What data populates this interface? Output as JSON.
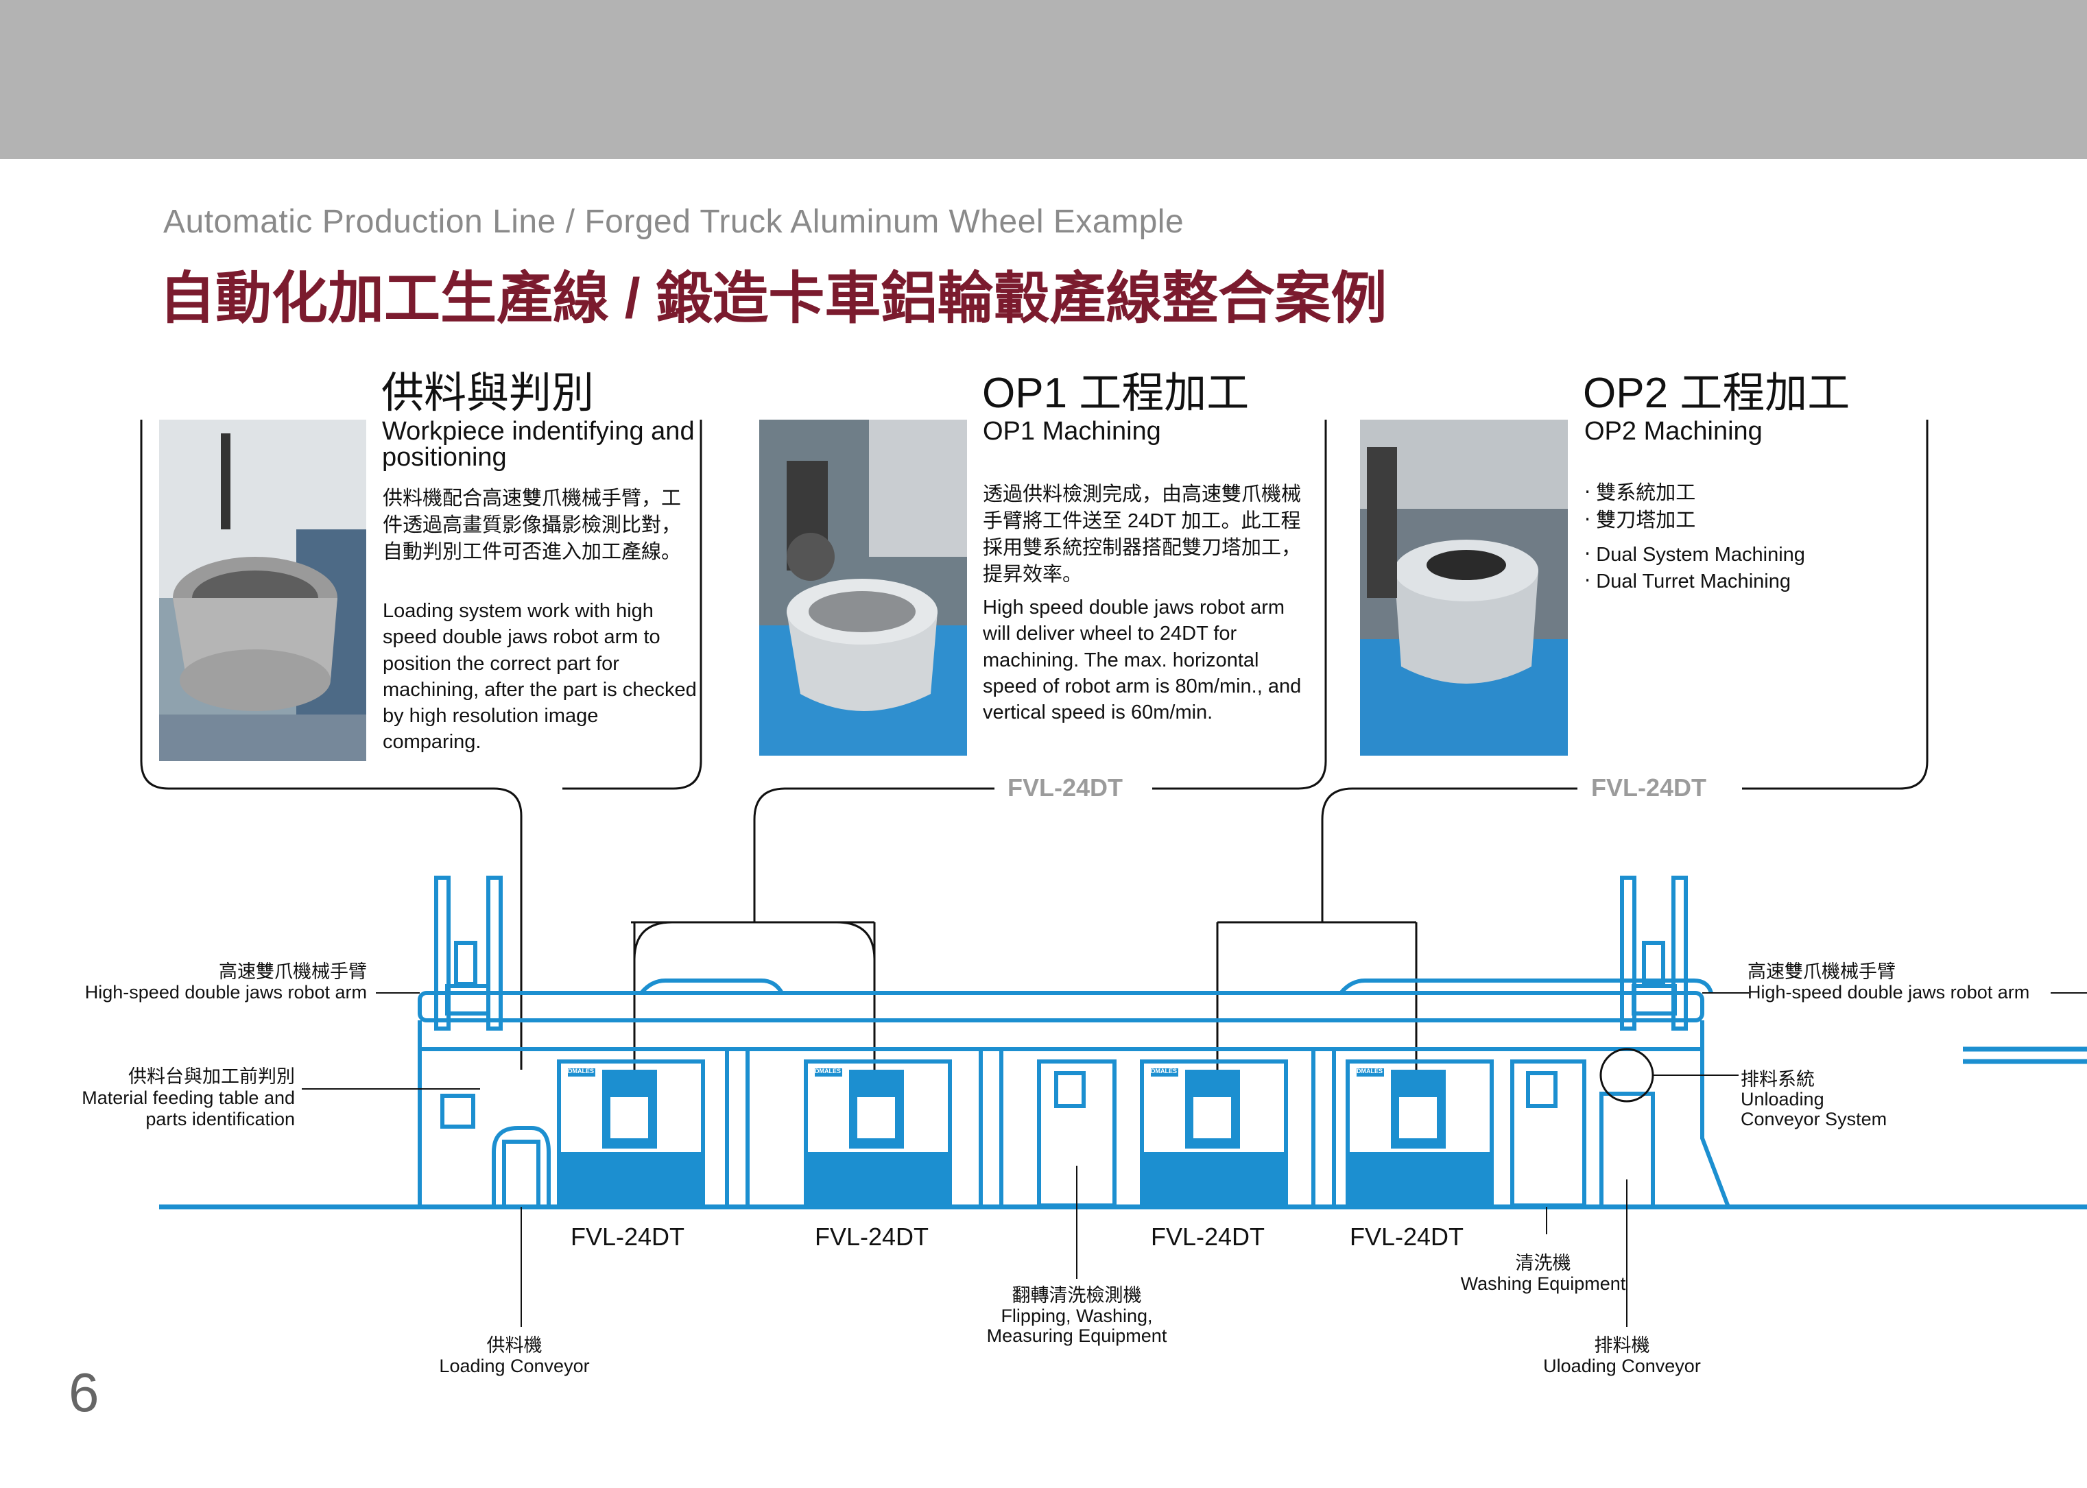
{
  "header": {
    "subtitle_en": "Automatic Production Line / Forged Truck Aluminum Wheel Example",
    "title_zh": "自動化加工生產線 / 鍛造卡車鋁輪轂產線整合案例"
  },
  "sections": [
    {
      "title_zh": "供料與判別",
      "title_en": "Workpiece indentifying and positioning",
      "body_zh": "供料機配合高速雙爪機械手臂，工件透過高畫質影像攝影檢測比對，自動判別工件可否進入加工產線。",
      "body_en": "Loading system work with high speed double jaws robot arm to position the correct part for machining, after the part is checked by high resolution image comparing."
    },
    {
      "title_zh": "OP1 工程加工",
      "title_en": "OP1 Machining",
      "body_zh": "透過供料檢測完成，由高速雙爪機械手臂將工件送至 24DT 加工。此工程採用雙系統控制器搭配雙刀塔加工，提昇效率。",
      "body_en": "High speed double jaws robot arm will deliver wheel to 24DT for machining. The max. horizontal speed of robot arm is 80m/min., and vertical speed is 60m/min.",
      "machine_label": "FVL-24DT"
    },
    {
      "title_zh": "OP2 工程加工",
      "title_en": "OP2 Machining",
      "bullets_zh": [
        "‧ 雙系統加工",
        "‧ 雙刀塔加工"
      ],
      "bullets_en": [
        "‧ Dual System Machining",
        "‧ Dual Turret Machining"
      ],
      "machine_label": "FVL-24DT"
    }
  ],
  "callouts": {
    "robot_left_zh": "高速雙爪機械手臂",
    "robot_left_en": "High-speed double jaws robot arm",
    "feed_zh": "供料台與加工前判別",
    "feed_en_1": "Material feeding table and",
    "feed_en_2": "parts identification",
    "robot_right_zh": "高速雙爪機械手臂",
    "robot_right_en": "High-speed double jaws robot arm",
    "unload_sys_zh": "排料系統",
    "unload_sys_en_1": "Unloading",
    "unload_sys_en_2": "Conveyor System",
    "loading_zh": "供料機",
    "loading_en": "Loading Conveyor",
    "flip_zh": "翻轉清洗檢測機",
    "flip_en_1": "Flipping, Washing,",
    "flip_en_2": "Measuring Equipment",
    "wash_zh": "清洗機",
    "wash_en": "Washing Equipment",
    "unload_zh": "排料機",
    "unload_en": "Uloading Conveyor"
  },
  "machines": [
    "FVL-24DT",
    "FVL-24DT",
    "FVL-24DT",
    "FVL-24DT"
  ],
  "brand_plate": "DMALES",
  "page_number": "6",
  "colors": {
    "band": "#b3b3b3",
    "title": "#7b1b2e",
    "line_blue": "#1c8fd0",
    "machine_blue": "#1c8fd0"
  }
}
